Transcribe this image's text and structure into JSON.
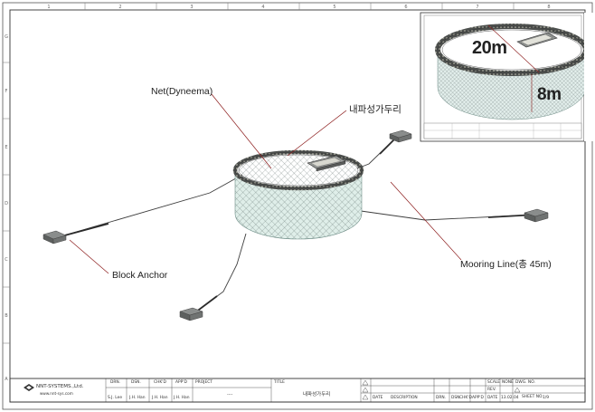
{
  "zones": {
    "columns": [
      "1",
      "2",
      "3",
      "4",
      "5",
      "6",
      "7",
      "8"
    ],
    "rows": [
      "G",
      "F",
      "E",
      "D",
      "C",
      "B",
      "A"
    ]
  },
  "callouts": {
    "net": "Net(Dyneema)",
    "korean_name": "내파성가두리",
    "mooring": "Mooring Line(총 45m)",
    "anchor": "Block Anchor"
  },
  "inset": {
    "diameter": "20m",
    "depth": "8m"
  },
  "title_block": {
    "company": "NNT-SYSTEMS.,Ltd.",
    "website": "www.nnt-sys.com",
    "headers": {
      "drn": "DRN.",
      "dsn": "DSN.",
      "chkd": "CHK'D",
      "appd": "APP'D",
      "project": "PROJECT",
      "title": "TITLE",
      "scale": "SCALE",
      "rev": "REV.",
      "dwg_no": "DWG. NO.",
      "sheet_no": "SHEET NO.",
      "date": "DATE",
      "description": "DESCRIPTION"
    },
    "values": {
      "drn": "S.J. Lee",
      "dsn": "J.H. Han",
      "chkd": "J.H. Han",
      "appd": "J.H. Han",
      "project": "----",
      "title": "내파성가두리",
      "scale": "NONE",
      "date": "13.02.04",
      "sheet": "1/9"
    }
  }
}
